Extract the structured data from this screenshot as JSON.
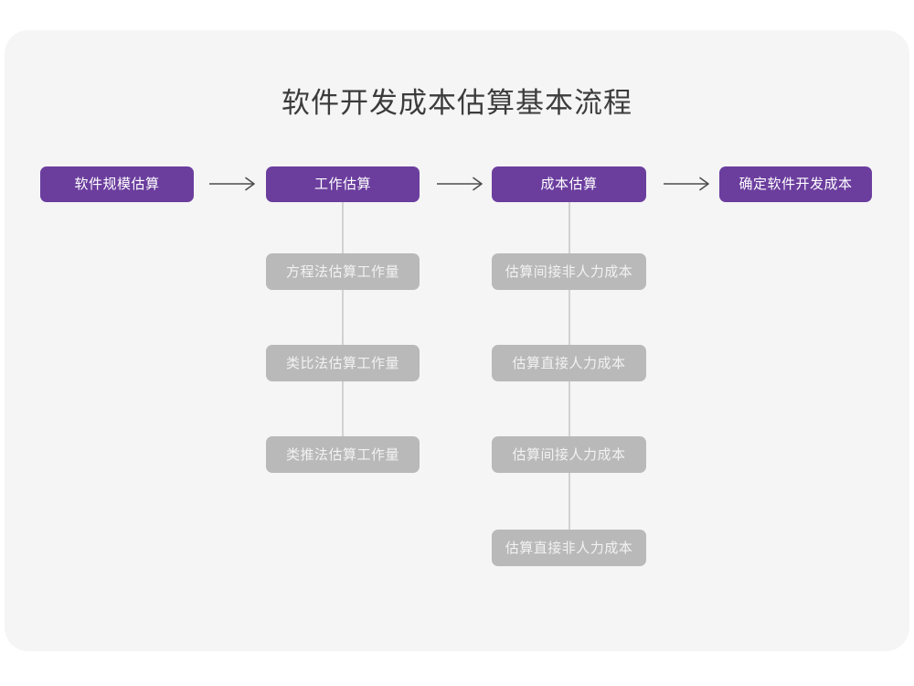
{
  "title": "软件开发成本估算基本流程",
  "colors": {
    "page_background": "#ffffff",
    "card_background": "#f5f5f5",
    "stage_fill": "#6b3e9e",
    "stage_text": "#ffffff",
    "sub_fill": "#b9b9b9",
    "sub_text": "#f2f2f2",
    "connector": "#d2d2d2",
    "arrow": "#4d4d4d",
    "title_text": "#3c3c3c"
  },
  "flow": {
    "stages": [
      {
        "label": "软件规模估算"
      },
      {
        "label": "工作估算"
      },
      {
        "label": "成本估算"
      },
      {
        "label": "确定软件开发成本"
      }
    ],
    "arrows": [
      {
        "name": "arrow-right-icon",
        "from": "软件规模估算",
        "to": "工作估算"
      },
      {
        "name": "arrow-right-icon",
        "from": "工作估算",
        "to": "成本估算"
      },
      {
        "name": "arrow-right-icon",
        "from": "成本估算",
        "to": "确定软件开发成本"
      }
    ],
    "branches": [
      {
        "parent": "工作估算",
        "items": [
          {
            "label": "方程法估算工作量"
          },
          {
            "label": "类比法估算工作量"
          },
          {
            "label": "类推法估算工作量"
          }
        ]
      },
      {
        "parent": "成本估算",
        "items": [
          {
            "label": "估算间接非人力成本"
          },
          {
            "label": "估算直接人力成本"
          },
          {
            "label": "估算间接人力成本"
          },
          {
            "label": "估算直接非人力成本"
          }
        ]
      }
    ]
  }
}
